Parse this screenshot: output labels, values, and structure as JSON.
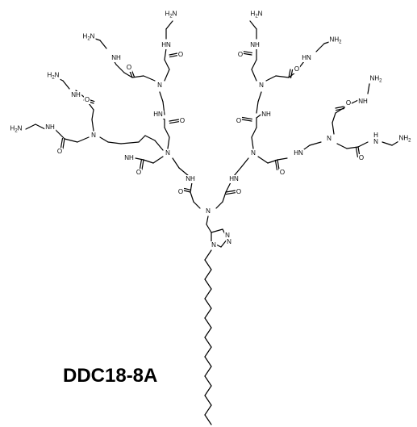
{
  "compound_name": "DDC18-8A",
  "colors": {
    "bond": "#000000",
    "text": "#000000",
    "background": "#ffffff"
  },
  "labels": {
    "nh2": "H₂N",
    "nh2_right": "NH₂",
    "nh": "NH",
    "hn": "HN",
    "n": "N",
    "o": "O",
    "h": "H"
  }
}
